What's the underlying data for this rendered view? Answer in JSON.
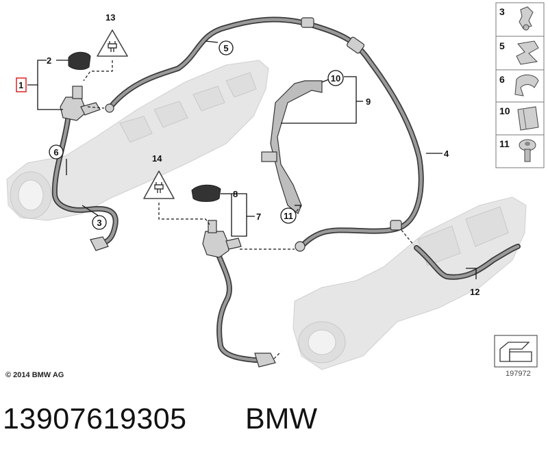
{
  "callouts": {
    "c1": "1",
    "c2": "2",
    "c3": "3",
    "c4": "4",
    "c5": "5",
    "c6": "6",
    "c7": "7",
    "c8": "8",
    "c9": "9",
    "c10": "10",
    "c11": "11",
    "c12": "12",
    "c13": "13",
    "c14": "14"
  },
  "legend": {
    "items": [
      {
        "number": "3",
        "icon": "hose-clip-icon"
      },
      {
        "number": "5",
        "icon": "clip-icon"
      },
      {
        "number": "6",
        "icon": "clamp-icon"
      },
      {
        "number": "10",
        "icon": "holder-icon"
      },
      {
        "number": "11",
        "icon": "screw-icon"
      }
    ]
  },
  "footer": {
    "copyright": "© 2014 BMW AG",
    "diagram_id": "197972"
  },
  "caption": {
    "part_number": "13907619305",
    "brand": "BMW"
  },
  "colors": {
    "highlight": "#e02020",
    "hose": "#3a3a3a",
    "ghost_component": "#e6e6e6"
  }
}
